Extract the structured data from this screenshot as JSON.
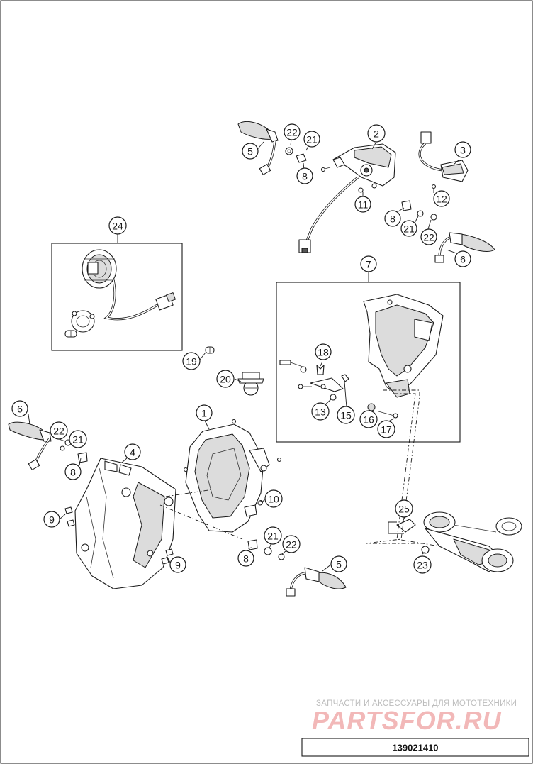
{
  "callouts": [
    {
      "id": "c24",
      "label": "24"
    },
    {
      "id": "c22a",
      "label": "22"
    },
    {
      "id": "c21a",
      "label": "21"
    },
    {
      "id": "c5a",
      "label": "5"
    },
    {
      "id": "c8a",
      "label": "8"
    },
    {
      "id": "c2",
      "label": "2"
    },
    {
      "id": "c3",
      "label": "3"
    },
    {
      "id": "c12",
      "label": "12"
    },
    {
      "id": "c11",
      "label": "11"
    },
    {
      "id": "c8b",
      "label": "8"
    },
    {
      "id": "c21b",
      "label": "21"
    },
    {
      "id": "c22b",
      "label": "22"
    },
    {
      "id": "c6a",
      "label": "6"
    },
    {
      "id": "c7",
      "label": "7"
    },
    {
      "id": "c18",
      "label": "18"
    },
    {
      "id": "c19",
      "label": "19"
    },
    {
      "id": "c20",
      "label": "20"
    },
    {
      "id": "c13",
      "label": "13"
    },
    {
      "id": "c15",
      "label": "15"
    },
    {
      "id": "c16",
      "label": "16"
    },
    {
      "id": "c17",
      "label": "17"
    },
    {
      "id": "c1",
      "label": "1"
    },
    {
      "id": "c6b",
      "label": "6"
    },
    {
      "id": "c22c",
      "label": "22"
    },
    {
      "id": "c21c",
      "label": "21"
    },
    {
      "id": "c4",
      "label": "4"
    },
    {
      "id": "c8c",
      "label": "8"
    },
    {
      "id": "c10",
      "label": "10"
    },
    {
      "id": "c9a",
      "label": "9"
    },
    {
      "id": "c9b",
      "label": "9"
    },
    {
      "id": "c25",
      "label": "25"
    },
    {
      "id": "c21d",
      "label": "21"
    },
    {
      "id": "c22d",
      "label": "22"
    },
    {
      "id": "c8d",
      "label": "8"
    },
    {
      "id": "c23",
      "label": "23"
    },
    {
      "id": "c5b",
      "label": "5"
    }
  ],
  "watermark": {
    "caption": "ЗАПЧАСТИ И АКСЕССУАРЫ ДЛЯ МОТОТЕХНИКИ",
    "brand": "PARTSFOR.RU"
  },
  "drawing_code": "139021410",
  "colors": {
    "line": "#1a1a1a",
    "watermark_brand": "#f2b8b8",
    "watermark_caption": "#bdbdbd"
  }
}
